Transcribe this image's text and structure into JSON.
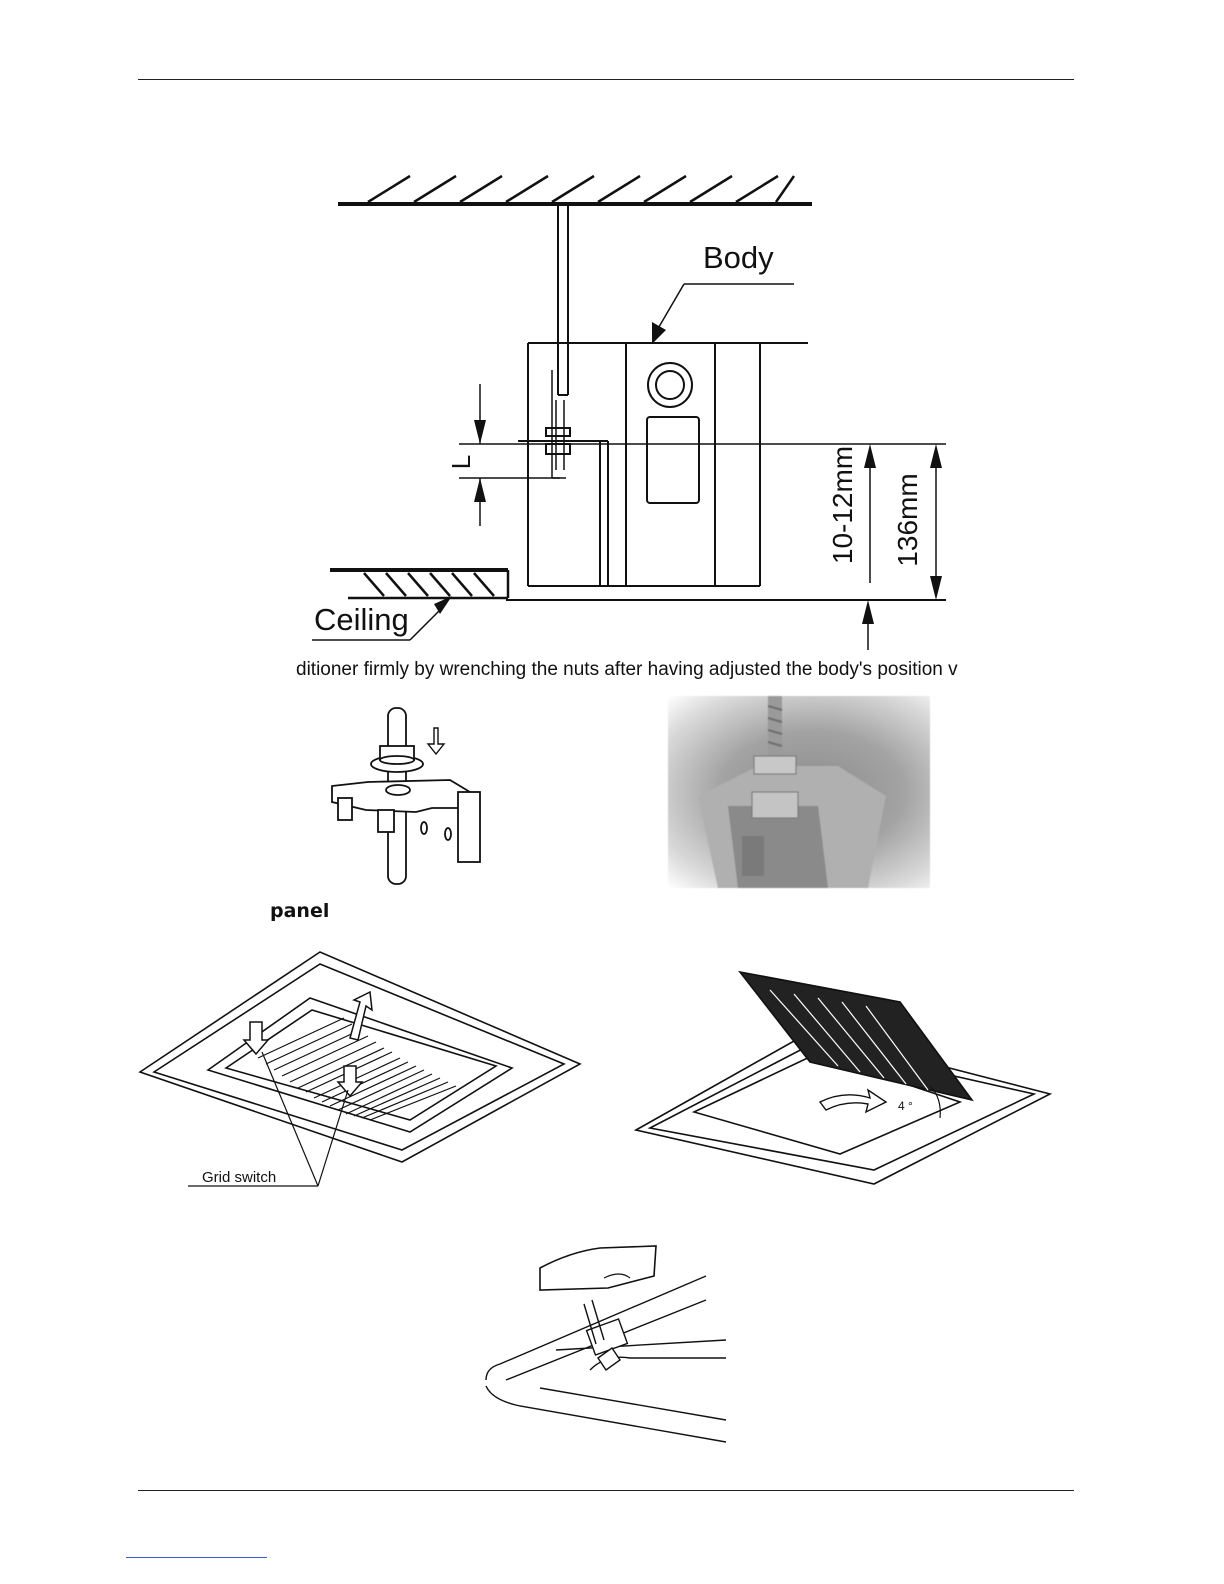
{
  "page": {
    "caption": "ditioner firmly by wrenching the nuts after having adjusted the body's position v",
    "section_head": "panel"
  },
  "figure_install": {
    "label_body": "Body",
    "label_ceiling": "Ceiling",
    "label_L": "L",
    "dim_gap": "10-12mm",
    "dim_height": "136mm"
  },
  "figure_panel": {
    "label_grid_switch": "Grid switch",
    "label_angle": "4 °"
  }
}
